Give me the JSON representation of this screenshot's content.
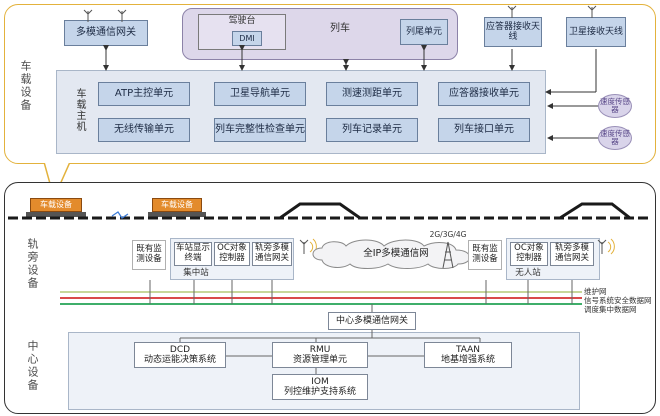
{
  "onboard": {
    "section_label": "车载设备",
    "host_label": "车载主机",
    "top_boxes": {
      "multi_gateway": "多模通信网关",
      "cab": "驾驶台",
      "dmi": "DMI",
      "train": "列车",
      "tail_unit": "列尾单元",
      "balise_antenna": "应答器接收天线",
      "sat_antenna": "卫星接收天线"
    },
    "units_row1": [
      "ATP主控单元",
      "卫星导航单元",
      "测速测距单元",
      "应答器接收单元"
    ],
    "units_row2": [
      "无线传输单元",
      "列车完整性检查单元",
      "列车记录单元",
      "列车接口单元"
    ],
    "sensors": [
      "速度传感器",
      "速度传感器"
    ]
  },
  "trains": [
    "车载设备",
    "车载设备"
  ],
  "trackside": {
    "section_label": "轨旁设备",
    "left_group": {
      "existing": "既有监测设备",
      "station_terminal": "车站显示终端",
      "oc_controller": "OC对象控制器",
      "trackside_gateway": "轨旁多模通信网关",
      "caption": "集中站"
    },
    "network": "全IP多模通信网",
    "network_tag": "2G/3G/4G",
    "right_group": {
      "existing": "既有监测设备",
      "oc_controller": "OC对象控制器",
      "trackside_gateway": "轨旁多模通信网关",
      "caption": "无人站"
    },
    "bus_legend": [
      "维护网",
      "信号系统安全数据网",
      "调度集中数据网"
    ],
    "colors": {
      "maintenance": "#c8d79a",
      "safety": "#d94a4a",
      "dispatch": "#3fae6a"
    }
  },
  "center": {
    "section_label": "中心设备",
    "gateway": "中心多模通信网关",
    "dcd_title": "DCD",
    "dcd_name": "动态运能决策系统",
    "rmu_title": "RMU",
    "rmu_name": "资源管理单元",
    "taan_title": "TAAN",
    "taan_name": "地基增强系统",
    "iom_title": "IOM",
    "iom_name": "列控维护支持系统"
  }
}
